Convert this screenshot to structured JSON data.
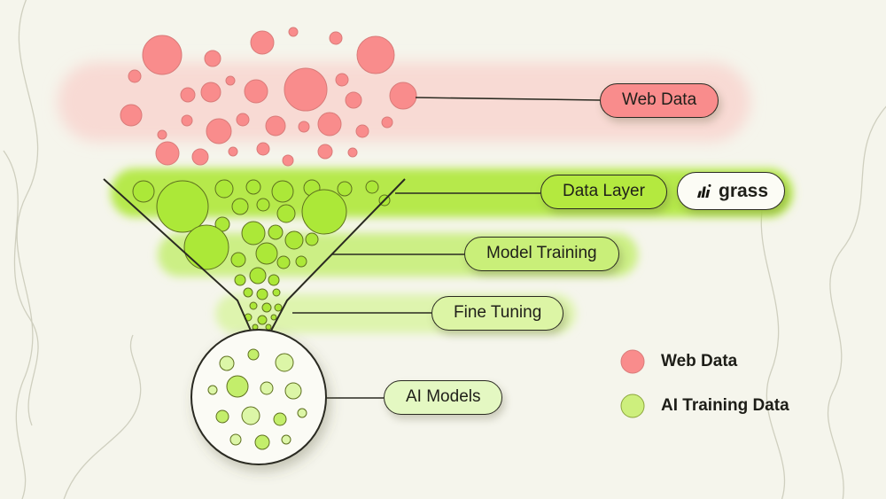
{
  "pills": {
    "web_data": "Web Data",
    "data_layer": "Data Layer",
    "grass_brand": "grass",
    "model_training": "Model Training",
    "fine_tuning": "Fine Tuning",
    "ai_models": "AI Models"
  },
  "legend": {
    "items": [
      {
        "label": "Web Data",
        "color": "#F98C8C"
      },
      {
        "label": "AI Training Data",
        "color": "#CDEF7D"
      }
    ]
  },
  "colors": {
    "background": "#F5F5EC",
    "web_data_circle": "#F98C8C",
    "training_data_circle": "#ACE838",
    "training_data_light": "#DCF6A7",
    "band_pink": "#F8DAD4",
    "band_green_1": "#B6E94B",
    "band_green_2": "#CCEF85",
    "band_green_3": "#DEF4AE",
    "outline": "#2A2A21"
  },
  "icons": {
    "grass_logo": "grass-sprout-mark"
  }
}
